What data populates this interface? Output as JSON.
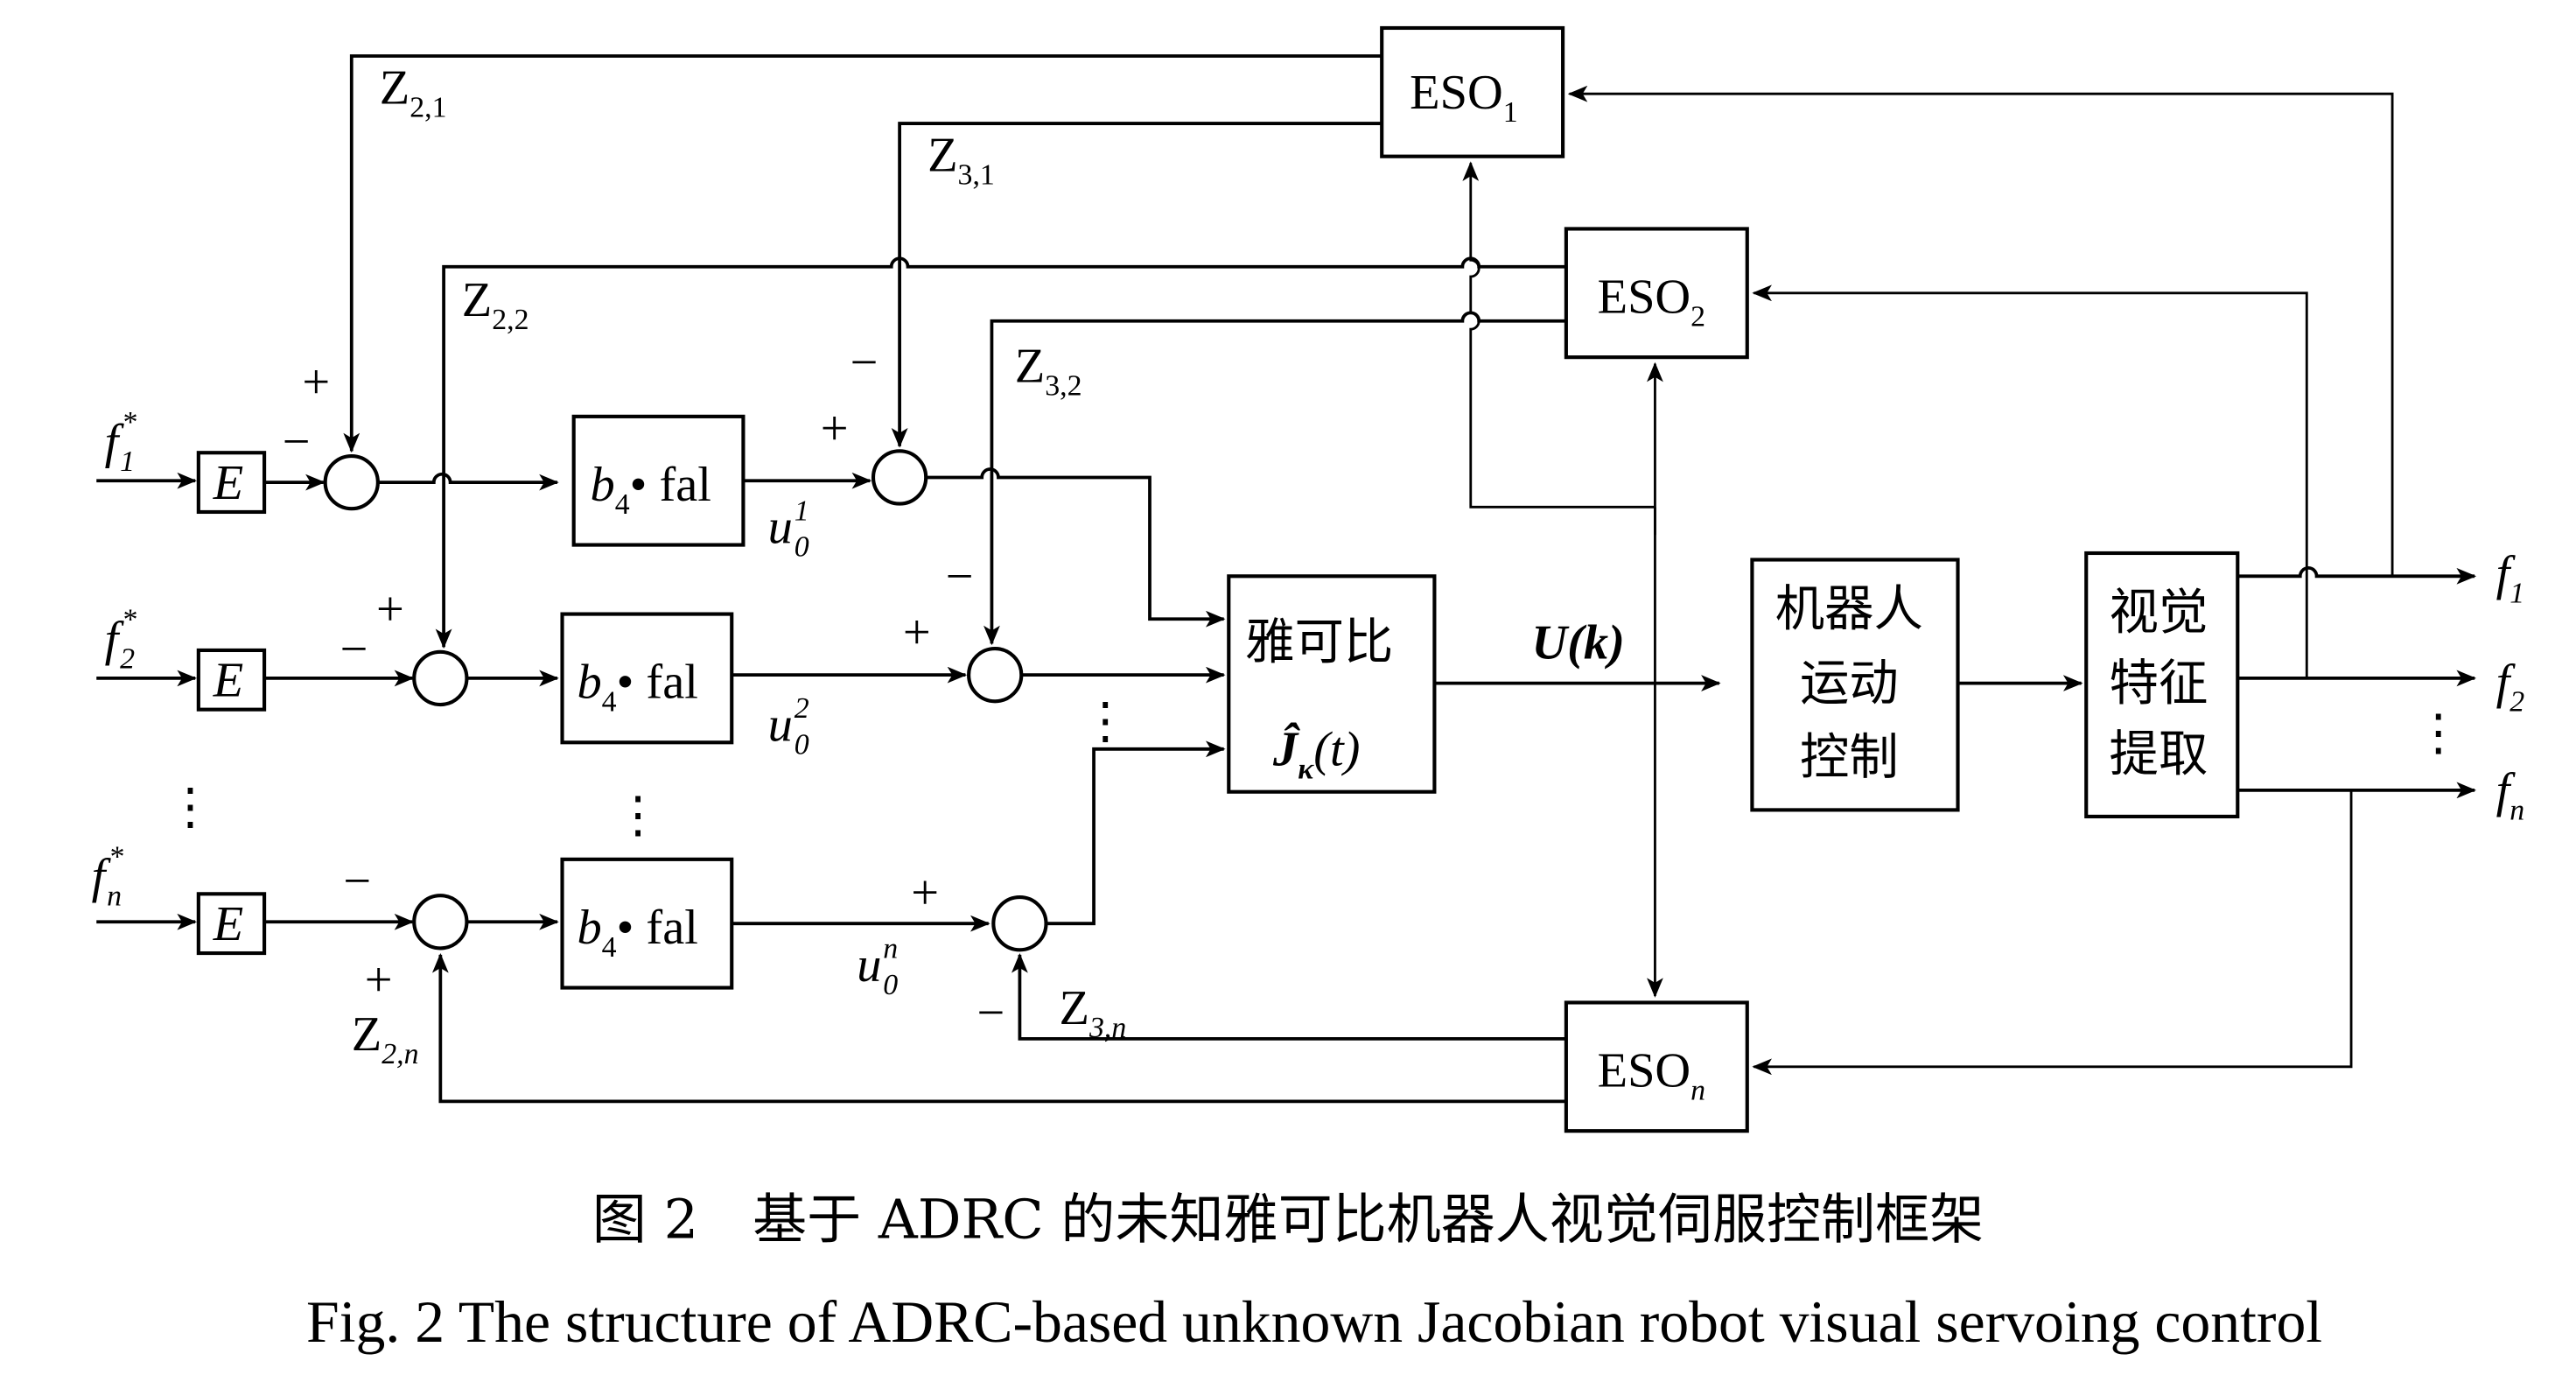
{
  "diagram": {
    "inputs": [
      {
        "base": "f",
        "sub": "1",
        "sup": "*"
      },
      {
        "base": "f",
        "sub": "2",
        "sup": "*"
      },
      {
        "base": "f",
        "sub": "n",
        "sup": "*"
      }
    ],
    "e_block": "E",
    "fal_block": {
      "coef": "b",
      "coef_sub": "4",
      "func": "• fal"
    },
    "u0": [
      {
        "base": "u",
        "sub": "0",
        "sup": "1"
      },
      {
        "base": "u",
        "sub": "0",
        "sup": "2"
      },
      {
        "base": "u",
        "sub": "0",
        "sup": "n"
      }
    ],
    "z2": [
      {
        "base": "Z",
        "sub": "2,1"
      },
      {
        "base": "Z",
        "sub": "2,2"
      },
      {
        "base": "Z",
        "sub": "2,n"
      }
    ],
    "z3": [
      {
        "base": "Z",
        "sub": "3,1"
      },
      {
        "base": "Z",
        "sub": "3,2"
      },
      {
        "base": "Z",
        "sub": "3,n"
      }
    ],
    "eso": [
      {
        "base": "ESO",
        "sub": "1"
      },
      {
        "base": "ESO",
        "sub": "2"
      },
      {
        "base": "ESO",
        "sub": "n"
      }
    ],
    "jacobian_block": {
      "line1": "雅可比",
      "symbol": "Ĵ",
      "symbol_sub": "κ",
      "arg": "(t)"
    },
    "control_output": "U(k)",
    "robot_block": [
      "机器人",
      "运动",
      "控制"
    ],
    "vision_block": [
      "视觉",
      "特征",
      "提取"
    ],
    "outputs": [
      {
        "base": "f",
        "sub": "1"
      },
      {
        "base": "f",
        "sub": "2"
      },
      {
        "base": "f",
        "sub": "n"
      }
    ],
    "signs": {
      "plus": "+",
      "minus": "−"
    },
    "ellipsis": "⋮"
  },
  "caption": {
    "zh": "图 2　基于 ADRC 的未知雅可比机器人视觉伺服控制框架",
    "en": "Fig. 2  The structure of ADRC-based unknown Jacobian robot visual servoing control"
  }
}
